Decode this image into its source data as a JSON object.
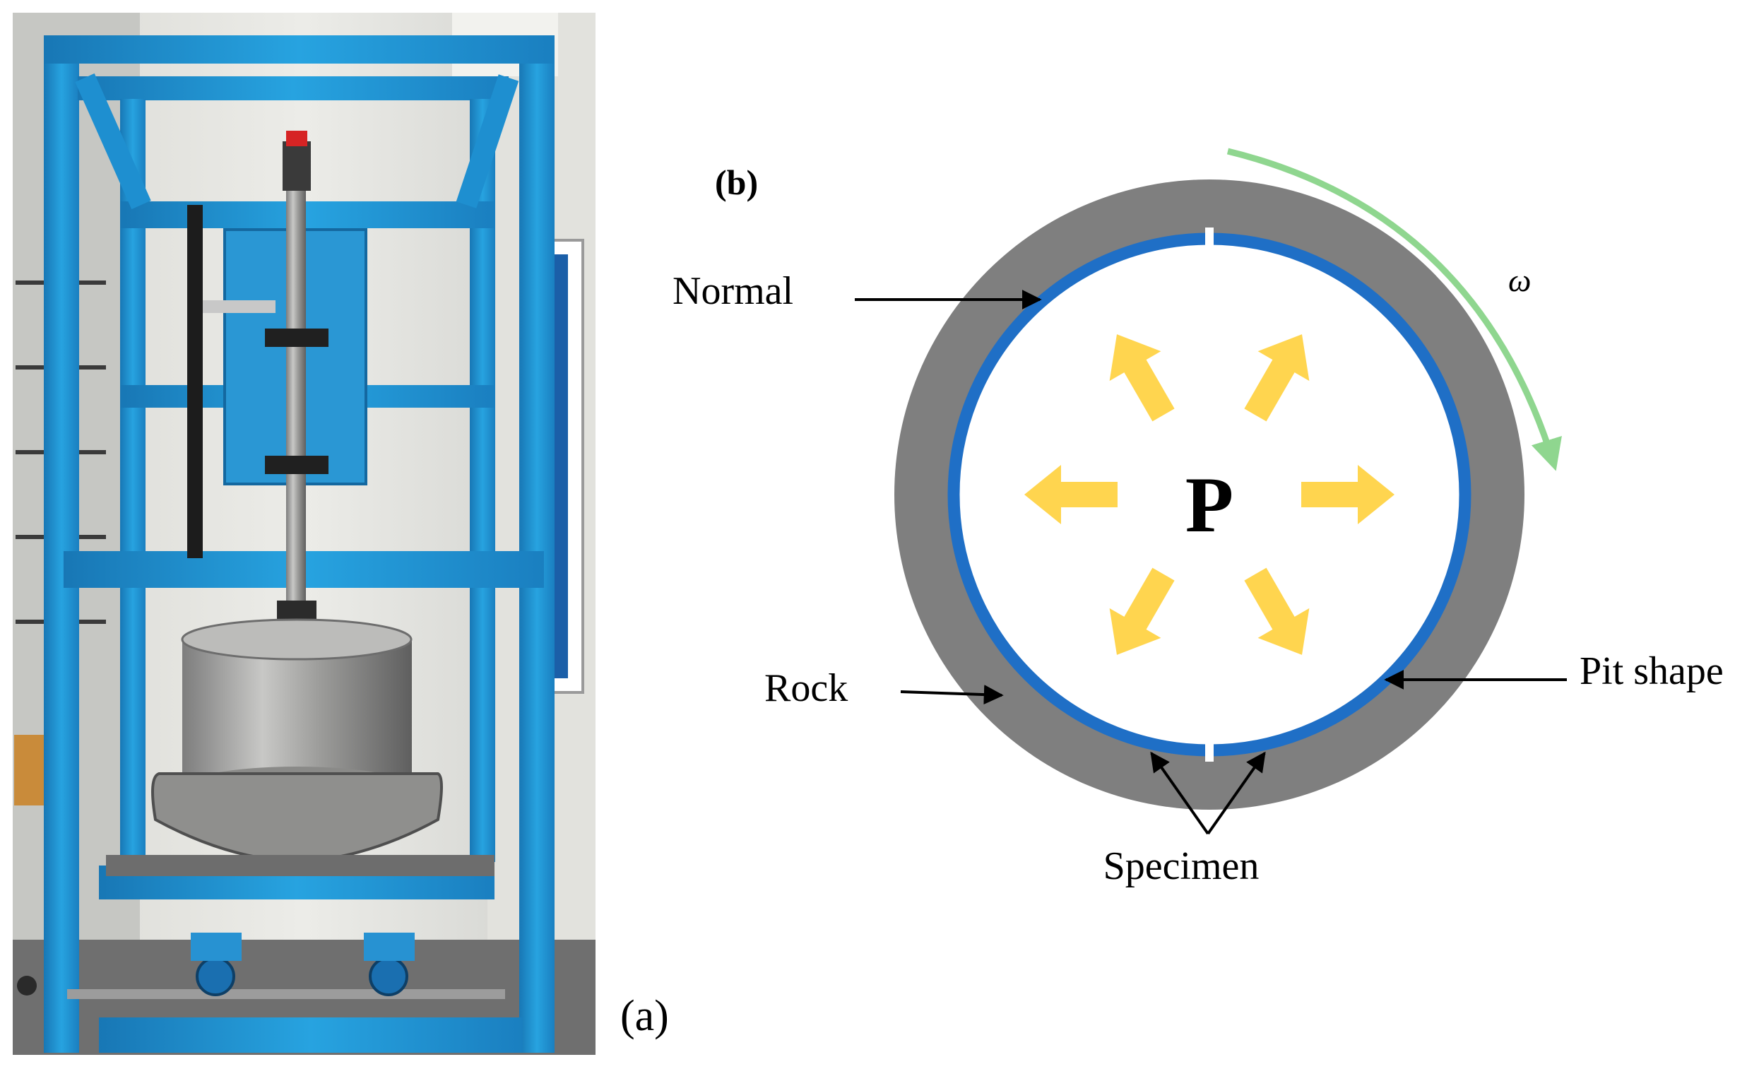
{
  "figure": {
    "panel_a_label": "(a)",
    "panel_b_label": "(b)"
  },
  "diagram": {
    "center_label": "P",
    "rotation_label": "ω",
    "labels": {
      "normal": "Normal",
      "rock": "Rock",
      "pit_shape": "Pit shape",
      "specimen": "Specimen"
    }
  },
  "colors": {
    "rock": "#7f7f7f",
    "specimen": "#1f6fc6",
    "pressure_arrow": "#ffd54f",
    "rotation_arrow": "#8fd68f",
    "frame_blue": "#1e9ad6",
    "steel": "#a9a9a9"
  },
  "icons": {
    "pressure": "arrow-outward-icon",
    "rotation": "curved-arrow-icon"
  }
}
